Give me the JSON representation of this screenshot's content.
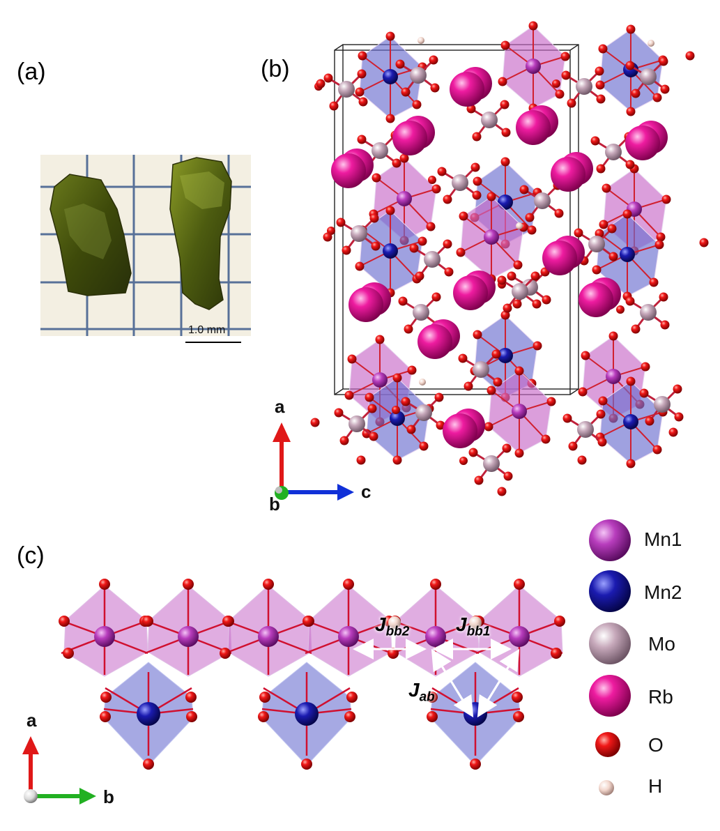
{
  "panels": {
    "a": "(a)",
    "b": "(b)",
    "c": "(c)"
  },
  "scale_bar": "1.0 mm",
  "axes_b": {
    "vertical": "a",
    "horizontal": "c",
    "out": "b"
  },
  "axes_c": {
    "vertical": "a",
    "horizontal": "b"
  },
  "exchange": [
    {
      "base": "J",
      "sub": "bb2"
    },
    {
      "base": "J",
      "sub": "bb1"
    },
    {
      "base": "J",
      "sub": "ab"
    }
  ],
  "legend": [
    {
      "label": "Mn1",
      "color": "#c03bc3"
    },
    {
      "label": "Mn2",
      "color": "#1a1aa8"
    },
    {
      "label": "Mo",
      "color": "#c9aebd"
    },
    {
      "label": "Rb",
      "color": "#e8189a"
    },
    {
      "label": "O",
      "color": "#e01010"
    },
    {
      "label": "H",
      "color": "#f0d8d0"
    }
  ],
  "colors": {
    "mn1_poly": "#c76ac8",
    "mn2_poly": "#6b6fd0",
    "cell_edge": "#222222",
    "axis_a": "#e01818",
    "axis_b_green": "#22b022",
    "axis_c_blue": "#1030d8"
  }
}
